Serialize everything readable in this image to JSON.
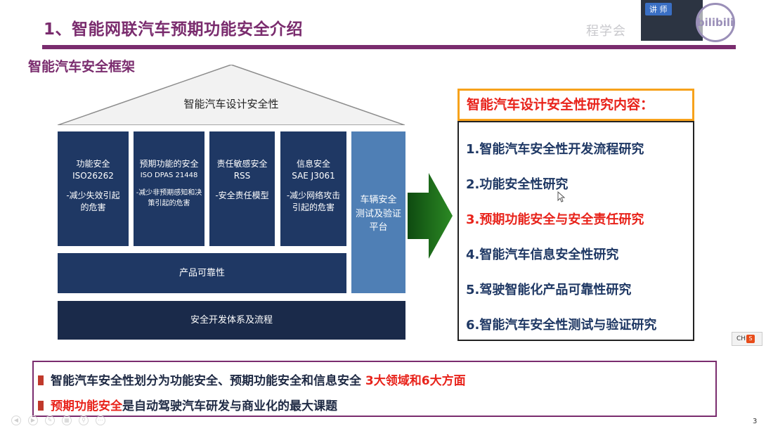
{
  "slide": {
    "title": "1、智能网联汽车预期功能安全介绍",
    "subtitle": "智能汽车安全框架",
    "page_number": "3"
  },
  "overlay": {
    "webcam_badge": "讲 师",
    "webcam_text": "程学会",
    "watermark": "bilibili",
    "ch_label": "CH"
  },
  "framework": {
    "roof_label": "智能汽车设计安全性",
    "pillars": [
      {
        "name": "功能安全",
        "std": "ISO26262",
        "desc1": "-减少失效引起",
        "desc2": "的危害",
        "small": false
      },
      {
        "name": "预期功能的安全",
        "std": "ISO DPAS 21448",
        "desc1": "-减少非预期感知和决",
        "desc2": "策引起的危害",
        "small": true
      },
      {
        "name": "责任敏感安全",
        "std": "RSS",
        "desc1": "-安全责任模型",
        "desc2": "",
        "small": false
      },
      {
        "name": "信息安全",
        "std": "SAE J3061",
        "desc1": "-减少网络攻击",
        "desc2": "引起的危害",
        "small": false
      }
    ],
    "side_pillar": {
      "line1": "车辆安全",
      "line2": "测试及验证",
      "line3": "平台"
    },
    "band": "产品可靠性",
    "base": "安全开发体系及流程"
  },
  "research": {
    "title": "智能汽车设计安全性研究内容：",
    "items": [
      {
        "label": "1.智能汽车安全性开发流程研究",
        "highlight": false
      },
      {
        "label": "2.功能安全性研究",
        "highlight": false
      },
      {
        "label": "3.预期功能安全与安全责任研究",
        "highlight": true
      },
      {
        "label": "4.智能汽车信息安全性研究",
        "highlight": false
      },
      {
        "label": "5.驾驶智能化产品可靠性研究",
        "highlight": false
      },
      {
        "label": "6.智能汽车安全性测试与验证研究",
        "highlight": false
      }
    ]
  },
  "summary": {
    "line1_main": "智能汽车安全性划分为功能安全、预期功能安全和信息安全",
    "line1_red": "3大领域和6大方面",
    "line2_red": "预期功能安全",
    "line2_main": "是自动驾驶汽车研发与商业化的最大课题"
  },
  "colors": {
    "title": "#7a2c6e",
    "pillar_dark": "#1f3864",
    "pillar_light": "#4f7fb5",
    "accent_red": "#e8231b",
    "panel_border": "#f7a21b",
    "arrow_green": "#1e6b1a"
  }
}
